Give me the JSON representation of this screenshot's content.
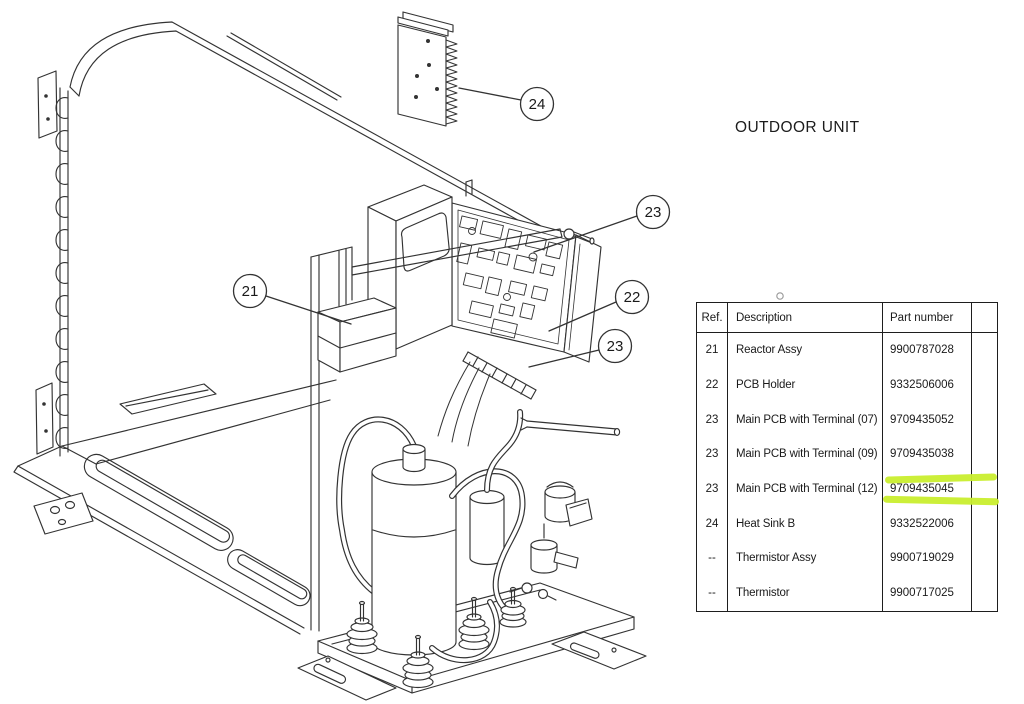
{
  "page": {
    "title": "OUTDOOR UNIT"
  },
  "theme": {
    "highlight_color": "#c9ee2e"
  },
  "diagram": {
    "callouts": {
      "c21": "21",
      "c22": "22",
      "c23_top": "23",
      "c23_bottom": "23",
      "c24": "24"
    }
  },
  "parts_table": {
    "headers": {
      "ref": "Ref.",
      "description": "Description",
      "part_number": "Part number"
    },
    "rows": [
      {
        "ref": "21",
        "description": "Reactor Assy",
        "part_number": "9900787028",
        "highlighted": false
      },
      {
        "ref": "22",
        "description": "PCB Holder",
        "part_number": "9332506006",
        "highlighted": false
      },
      {
        "ref": "23",
        "description": "Main PCB with Terminal (07)",
        "part_number": "9709435052",
        "highlighted": false
      },
      {
        "ref": "23",
        "description": "Main PCB with Terminal (09)",
        "part_number": "9709435038",
        "highlighted": false
      },
      {
        "ref": "23",
        "description": "Main PCB with Terminal (12)",
        "part_number": "9709435045",
        "highlighted": true
      },
      {
        "ref": "24",
        "description": "Heat Sink B",
        "part_number": "9332522006",
        "highlighted": false
      },
      {
        "ref": "--",
        "description": "Thermistor Assy",
        "part_number": "9900719029",
        "highlighted": false
      },
      {
        "ref": "--",
        "description": "Thermistor",
        "part_number": "9900717025",
        "highlighted": false
      }
    ]
  }
}
